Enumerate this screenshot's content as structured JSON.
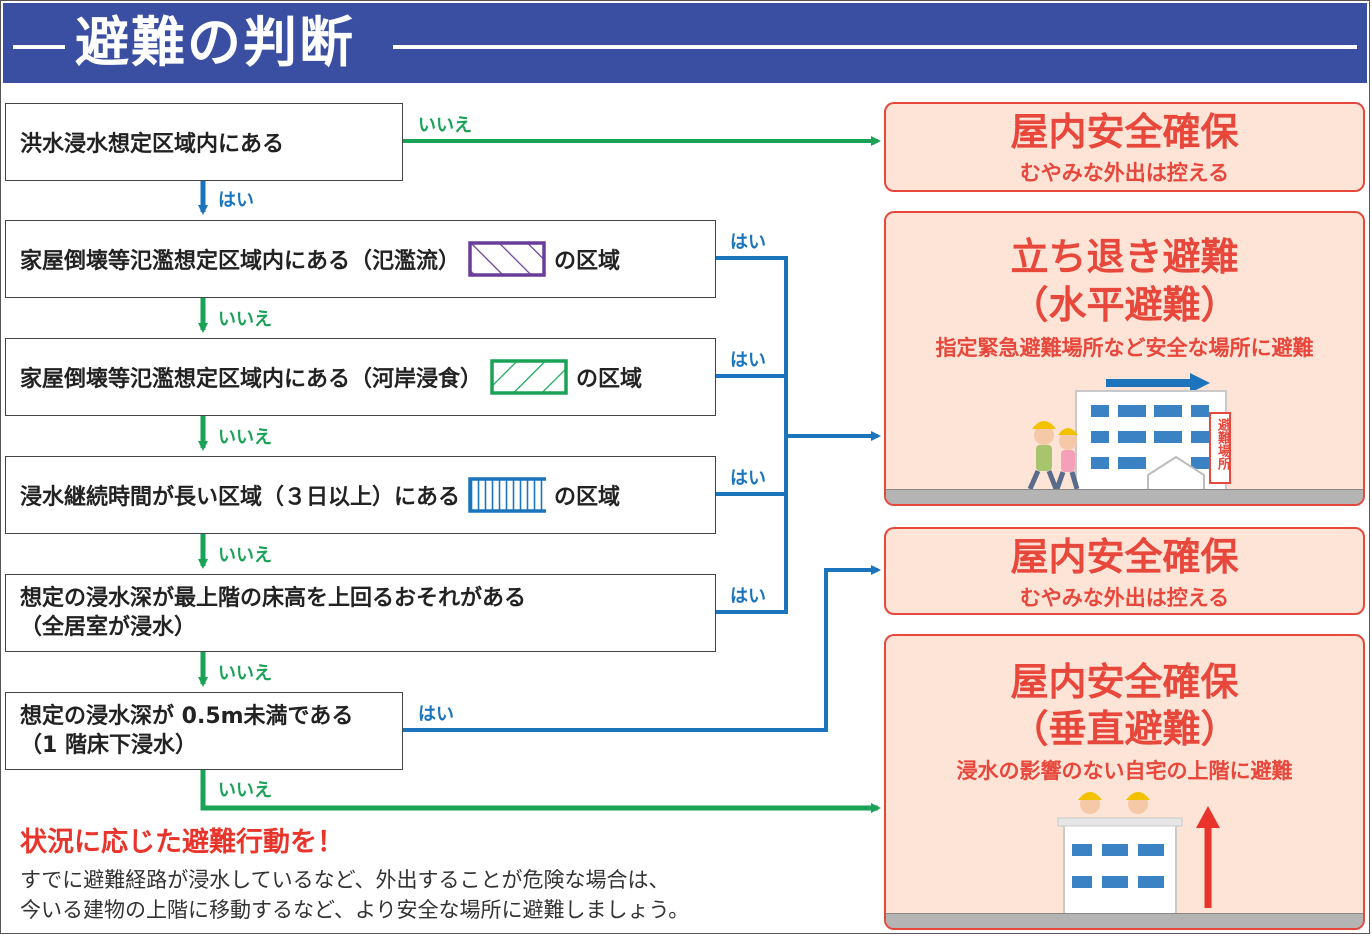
{
  "header": {
    "title": "避難の判断"
  },
  "questions": {
    "q1": "洪水浸水想定区域内にある",
    "q2_text": "家屋倒壊等氾濫想定区域内にある（氾濫流）",
    "q2_suffix": "の区域",
    "q3_text": "家屋倒壊等氾濫想定区域内にある（河岸浸食）",
    "q3_suffix": "の区域",
    "q4_text": "浸水継続時間が長い区域（３日以上）にある",
    "q4_suffix": "の区域",
    "q5_line1": "想定の浸水深が最上階の床高を上回るおそれがある",
    "q5_line2": "（全居室が浸水）",
    "q6_line1": "想定の浸水深が 0.5m未満である",
    "q6_line2": "（1 階床下浸水）"
  },
  "labels": {
    "yes": "はい",
    "no": "いいえ"
  },
  "results": {
    "r1": {
      "title": "屋内安全確保",
      "sub": "むやみな外出は控える"
    },
    "r2": {
      "title1": "立ち退き避難",
      "title2": "（水平避難）",
      "sub": "指定緊急避難場所など安全な場所に避難",
      "sign": "避難場所"
    },
    "r3": {
      "title": "屋内安全確保",
      "sub": "むやみな外出は控える"
    },
    "r4": {
      "title1": "屋内安全確保",
      "title2": "（垂直避難）",
      "sub": "浸水の影響のない自宅の上階に避難"
    }
  },
  "note": {
    "title": "状況に応じた避難行動を！",
    "line1": "すでに避難経路が浸水しているなど、外出することが危険な場合は、",
    "line2": "今いる建物の上階に移動するなど、より安全な場所に避難しましょう。"
  },
  "colors": {
    "header_bg": "#3a4fa2",
    "green": "#1aa257",
    "blue": "#1c75bc",
    "red": "#e8473c",
    "result_bg": "#fde4d6",
    "purple": "#6a3d9a"
  }
}
